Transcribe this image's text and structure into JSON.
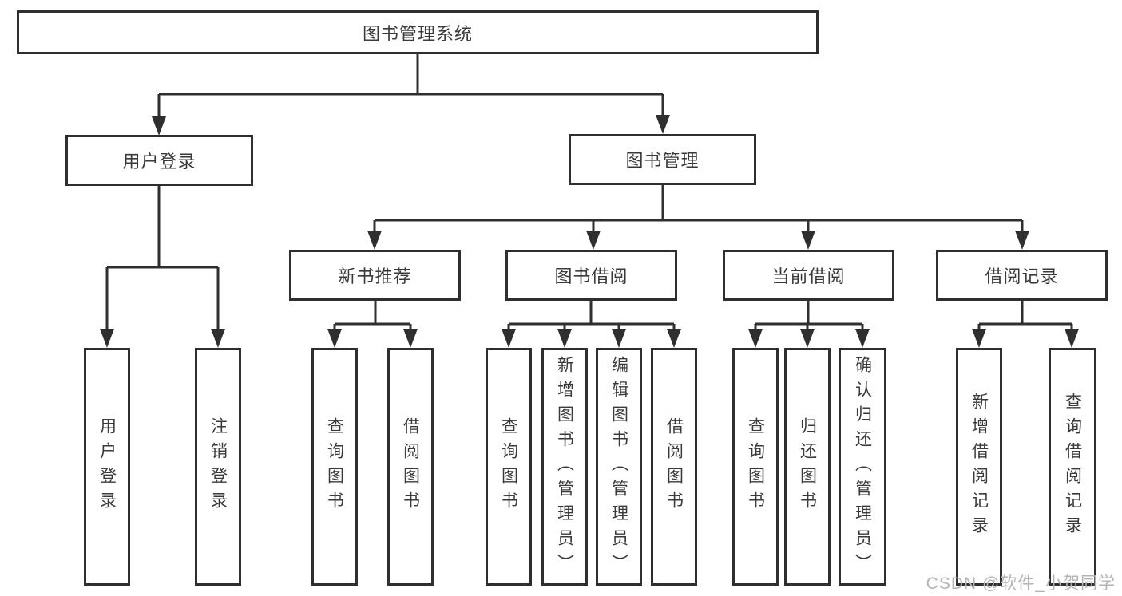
{
  "diagram": {
    "root": {
      "label": "图书管理系统"
    },
    "level2": [
      {
        "label": "用户登录"
      },
      {
        "label": "图书管理"
      }
    ],
    "level3": [
      {
        "label": "新书推荐"
      },
      {
        "label": "图书借阅"
      },
      {
        "label": "当前借阅"
      },
      {
        "label": "借阅记录"
      }
    ],
    "leaves": {
      "login": [
        {
          "label": "用户登录"
        },
        {
          "label": "注销登录"
        }
      ],
      "recommend": [
        {
          "label": "查询图书"
        },
        {
          "label": "借阅图书"
        }
      ],
      "borrow": [
        {
          "label": "查询图书"
        },
        {
          "label": "新增图书（管理员）"
        },
        {
          "label": "编辑图书（管理员）"
        },
        {
          "label": "借阅图书"
        }
      ],
      "current": [
        {
          "label": "查询图书"
        },
        {
          "label": "归还图书"
        },
        {
          "label": "确认归还（管理员）"
        }
      ],
      "records": [
        {
          "label": "新增借阅记录"
        },
        {
          "label": "查询借阅记录"
        }
      ]
    }
  },
  "watermark": {
    "text": "CSDN @软件_小贺同学"
  },
  "colors": {
    "line": "#2f2f2f",
    "watermark": "#b5b5b5",
    "background": "#ffffff"
  }
}
